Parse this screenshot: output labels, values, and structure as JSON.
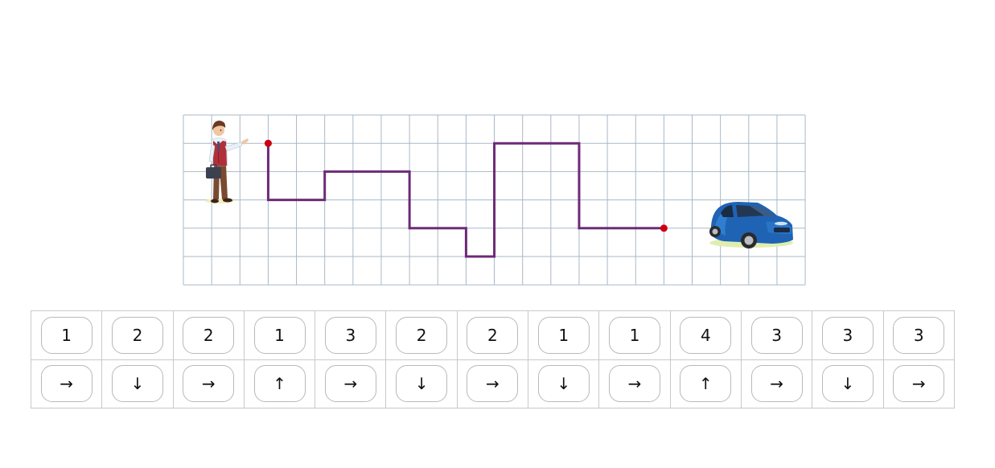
{
  "grid": {
    "cols": 22,
    "rows": 6
  },
  "path": {
    "color": "#6d2a78",
    "endpoint_color": "#cc0011",
    "start_cell": [
      3,
      1
    ],
    "moves": [
      {
        "dir": "down",
        "steps": 2
      },
      {
        "dir": "right",
        "steps": 2
      },
      {
        "dir": "up",
        "steps": 1
      },
      {
        "dir": "right",
        "steps": 3
      },
      {
        "dir": "down",
        "steps": 2
      },
      {
        "dir": "right",
        "steps": 2
      },
      {
        "dir": "down",
        "steps": 1
      },
      {
        "dir": "right",
        "steps": 1
      },
      {
        "dir": "up",
        "steps": 4
      },
      {
        "dir": "right",
        "steps": 3
      },
      {
        "dir": "down",
        "steps": 3
      },
      {
        "dir": "right",
        "steps": 3
      }
    ]
  },
  "cards": {
    "numbers": [
      "1",
      "2",
      "2",
      "1",
      "3",
      "2",
      "2",
      "1",
      "1",
      "4",
      "3",
      "3",
      "3"
    ],
    "arrows": [
      "→",
      "↓",
      "→",
      "↑",
      "→",
      "↓",
      "→",
      "↓",
      "→",
      "↑",
      "→",
      "↓",
      "→"
    ]
  },
  "icons": {
    "start": "businessman-icon",
    "goal": "blue-car-icon"
  }
}
